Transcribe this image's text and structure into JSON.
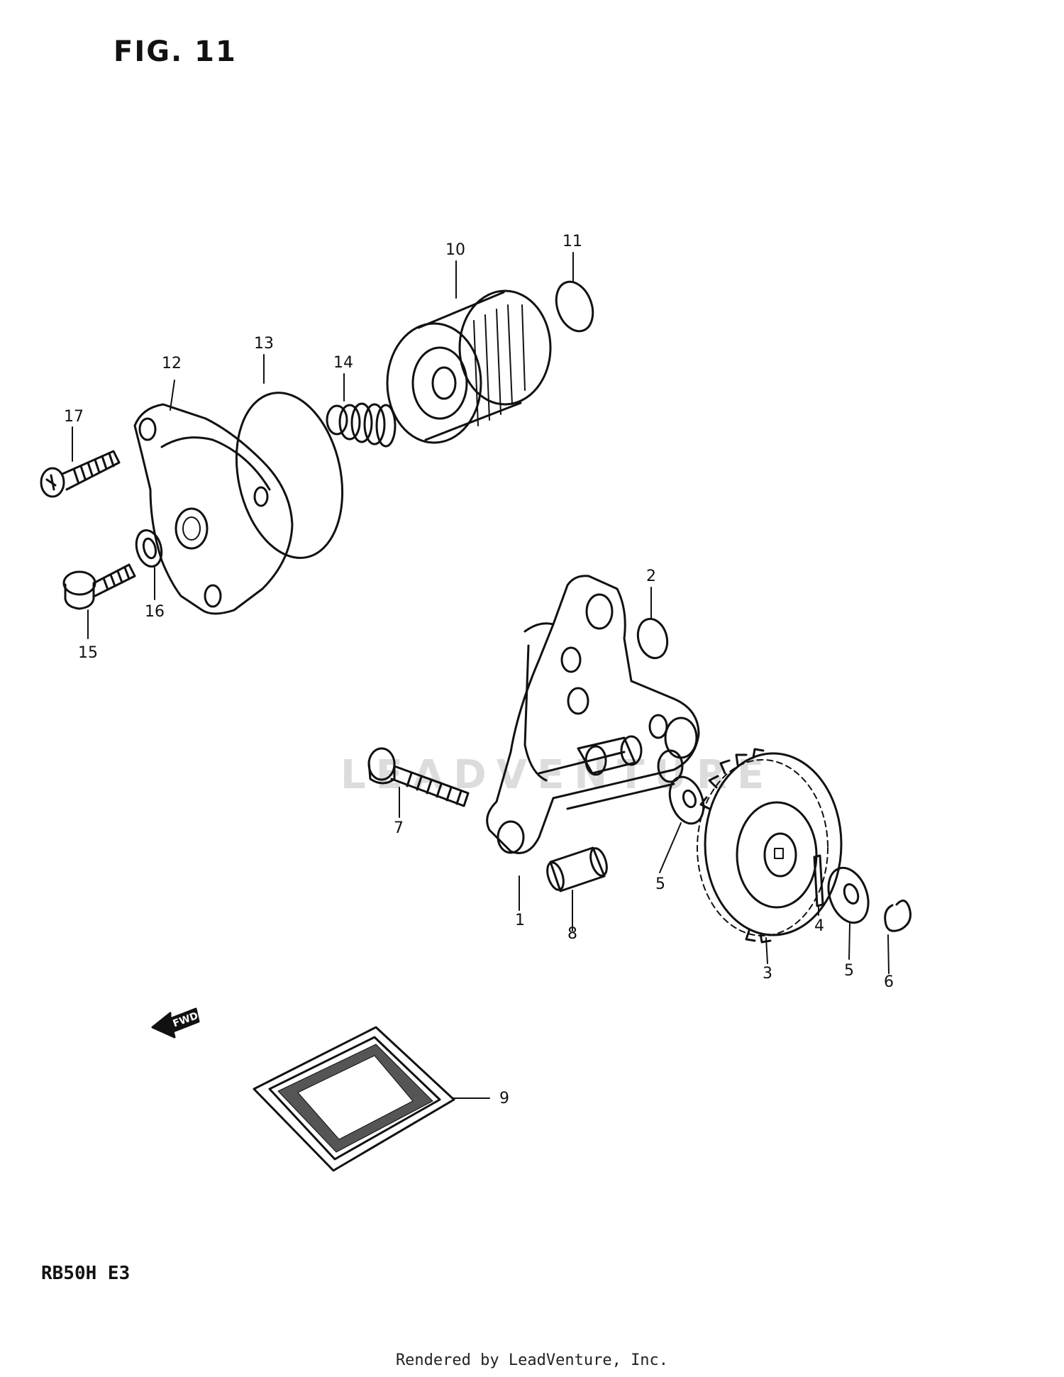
{
  "figure": {
    "title": "FIG. 11",
    "model": "RB50H E3"
  },
  "footer": "Rendered by LeadVenture, Inc.",
  "watermark": "LEADVENTURE",
  "arrow": {
    "text": "FWD"
  },
  "callouts": {
    "n1": "1",
    "n2": "2",
    "n3": "3",
    "n4": "4",
    "n5a": "5",
    "n5b": "5",
    "n6": "6",
    "n7": "7",
    "n8": "8",
    "n9": "9",
    "n10": "10",
    "n11": "11",
    "n12": "12",
    "n13": "13",
    "n14": "14",
    "n15": "15",
    "n16": "16",
    "n17": "17"
  }
}
